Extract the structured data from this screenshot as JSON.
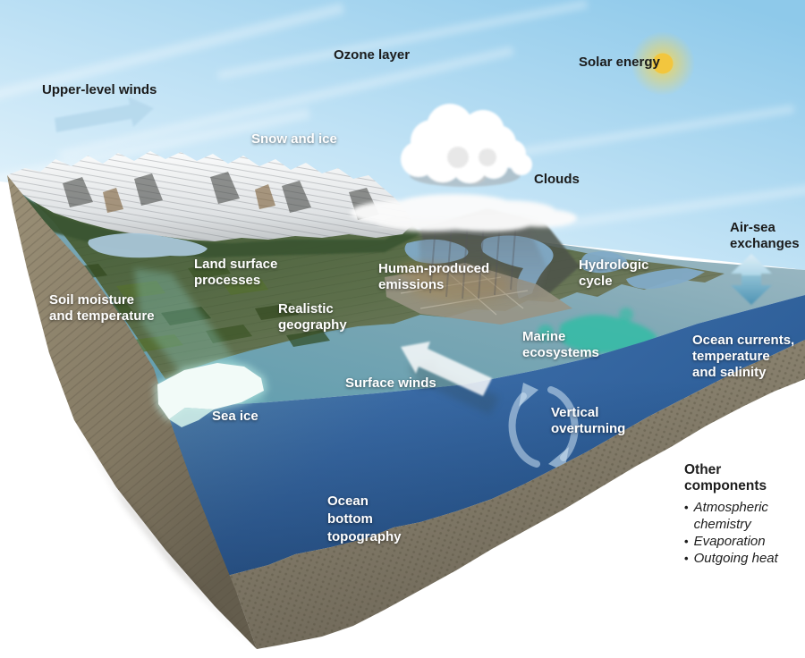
{
  "labels": {
    "upper_level_winds": {
      "lines": [
        "Upper-level winds"
      ]
    },
    "ozone_layer": {
      "lines": [
        "Ozone layer"
      ]
    },
    "solar_energy": {
      "lines": [
        "Solar energy"
      ]
    },
    "snow_and_ice": {
      "lines": [
        "Snow and ice"
      ]
    },
    "clouds": {
      "lines": [
        "Clouds"
      ]
    },
    "air_sea_exchanges": {
      "lines": [
        "Air-sea",
        "exchanges"
      ]
    },
    "land_surface_processes": {
      "lines": [
        "Land surface",
        "processes"
      ]
    },
    "human_produced_emissions": {
      "lines": [
        "Human-produced",
        "emissions"
      ]
    },
    "hydrologic_cycle": {
      "lines": [
        "Hydrologic",
        "cycle"
      ]
    },
    "soil_moisture": {
      "lines": [
        "Soil moisture",
        "and temperature"
      ]
    },
    "realistic_geography": {
      "lines": [
        "Realistic",
        "geography"
      ]
    },
    "marine_ecosystems": {
      "lines": [
        "Marine",
        "ecosystems"
      ]
    },
    "ocean_currents": {
      "lines": [
        "Ocean currents,",
        "temperature",
        "and salinity"
      ]
    },
    "surface_winds": {
      "lines": [
        "Surface winds"
      ]
    },
    "sea_ice": {
      "lines": [
        "Sea ice"
      ]
    },
    "vertical_overturning": {
      "lines": [
        "Vertical",
        "overturning"
      ]
    },
    "ocean_bottom_topography": {
      "lines": [
        "Ocean",
        "bottom",
        "topography"
      ]
    }
  },
  "other_components": {
    "title": "Other components",
    "bullet_char": "•",
    "items": [
      "Atmospheric chemistry",
      "Evaporation",
      "Outgoing heat"
    ]
  },
  "colors": {
    "sun_core": "#f2c63e",
    "wind_arrow": "#b5d8ec",
    "marine_teal": "#2abfa3",
    "sea_ice": "#f2fbf8",
    "label_light": "#ffffff",
    "label_dark": "#1b1b1b",
    "ocean_front_face": "#2e5f9c",
    "ocean_surface": "#7fa8b5",
    "sky": "#a8d8f0"
  }
}
